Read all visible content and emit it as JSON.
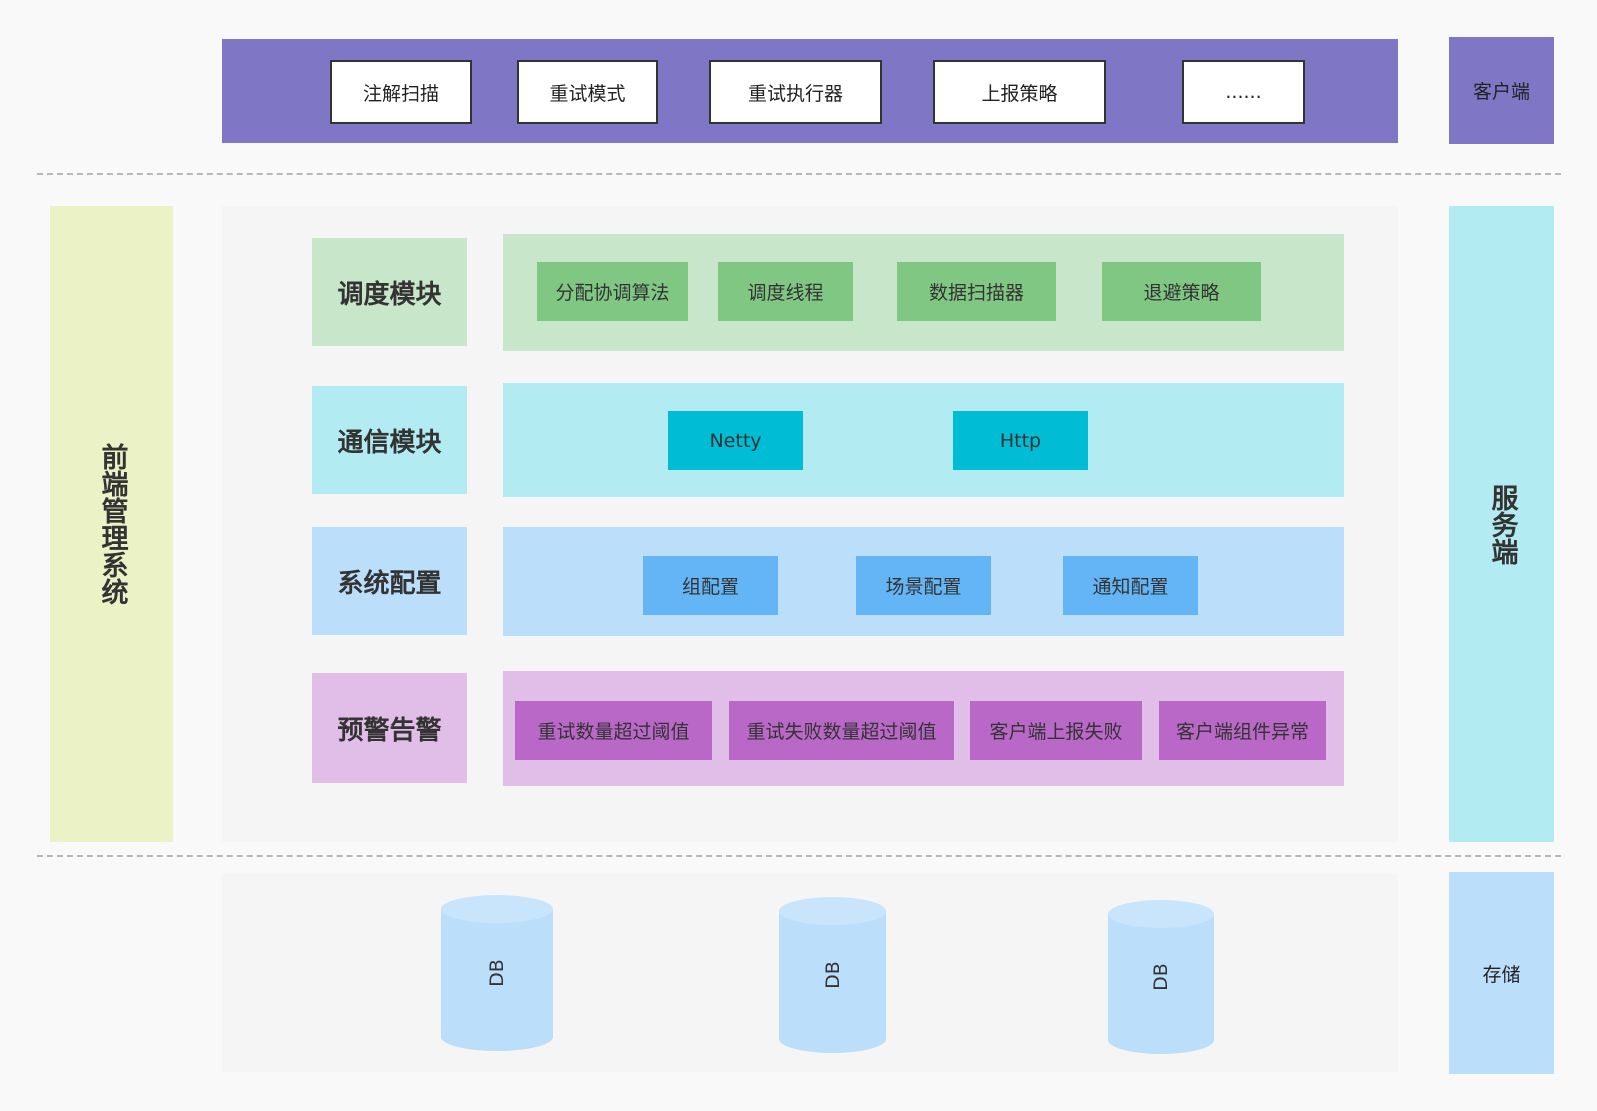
{
  "client": {
    "items": [
      "注解扫描",
      "重试模式",
      "重试执行器",
      "上报策略",
      "......"
    ],
    "label": "客户端"
  },
  "frontend": {
    "label": "前端管理系统"
  },
  "server": {
    "label": "服务端"
  },
  "modules": [
    {
      "title": "调度模块",
      "items": [
        "分配协调算法",
        "调度线程",
        "数据扫描器",
        "退避策略"
      ]
    },
    {
      "title": "通信模块",
      "items": [
        "Netty",
        "Http"
      ]
    },
    {
      "title": "系统配置",
      "items": [
        "组配置",
        "场景配置",
        "通知配置"
      ]
    },
    {
      "title": "预警告警",
      "items": [
        "重试数量超过阈值",
        "重试失败数量超过阈值",
        "客户端上报失败",
        "客户端组件异常"
      ]
    }
  ],
  "storage": {
    "label": "存储",
    "databases": [
      "DB",
      "DB",
      "DB"
    ]
  },
  "colors": {
    "client_band": "#7f77c5",
    "frontend_bg": "#ebf2c5",
    "server_bg": "#b2ebf2",
    "storage_bg": "#bbdefb",
    "schedule_area": "#c8e6c9",
    "schedule_chip": "#81c784",
    "comm_area": "#b2ebf2",
    "comm_chip": "#00bcd4",
    "config_area": "#bbdefb",
    "config_chip": "#64b5f6",
    "alert_area": "#e1bee7",
    "alert_chip": "#ba68c8"
  }
}
